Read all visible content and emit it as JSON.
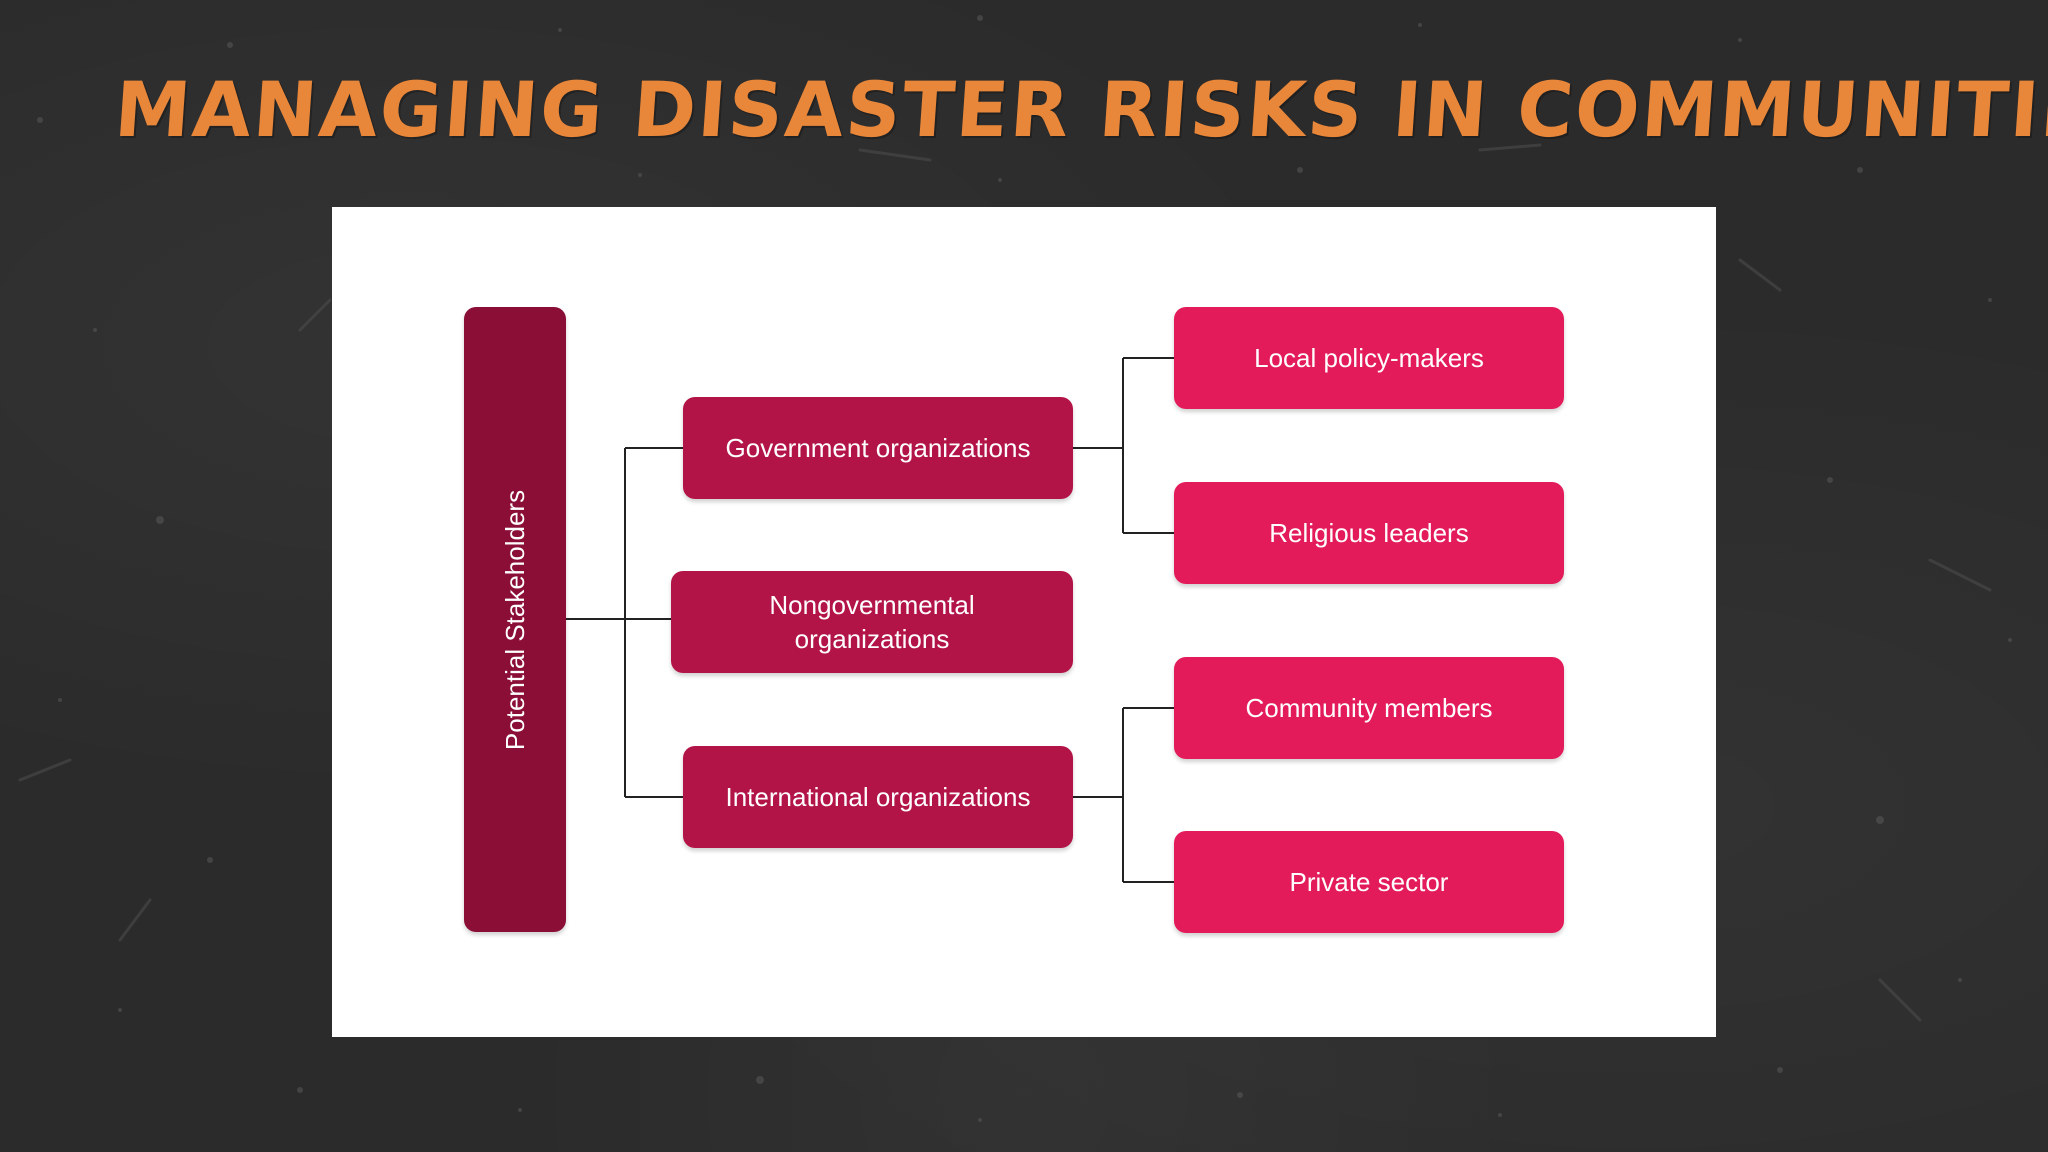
{
  "slide": {
    "title": "MANAGING DISASTER RISKS IN COMMUNITIES"
  },
  "colors": {
    "background": "#2b2b2b",
    "title": "#e8863a",
    "card": "#ffffff",
    "root_fill": "#8a0e36",
    "mid_fill": "#b31447",
    "right_fill": "#e41b5b",
    "connector": "#222222"
  },
  "diagram": {
    "root": {
      "label": "Potential Stakeholders"
    },
    "categories": [
      {
        "label": "Government organizations",
        "children": [
          "Local policy-makers",
          "Religious leaders"
        ]
      },
      {
        "label": "Nongovernmental organizations",
        "children": []
      },
      {
        "label": "International organizations",
        "children": [
          "Community members",
          "Private sector"
        ]
      }
    ]
  }
}
